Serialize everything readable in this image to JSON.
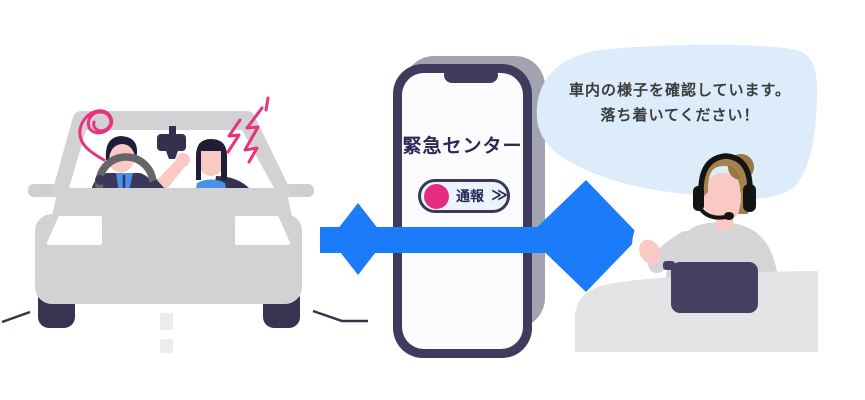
{
  "phone": {
    "title": "緊急センター",
    "report_button": {
      "label": "通報",
      "chevron": "≫",
      "dot_color": "#e62e80"
    }
  },
  "speech_bubble": {
    "line1": "車内の様子を確認しています。",
    "line2": "落ち着いてください！"
  },
  "icons": {
    "car": "car-with-passengers-illustration",
    "dashcam": "dashcam-icon",
    "stress_scribble": "stress-scribble-icon",
    "alert_zigzag": "alert-zigzag-icon",
    "connector": "two-way-connection-arrow",
    "operator": "call-center-operator-illustration",
    "headset": "headset-icon",
    "laptop": "laptop-icon"
  },
  "colors": {
    "connector_blue": "#1b7bf8",
    "bubble_blue": "#dcecfb",
    "accent_pink": "#e8327e",
    "navy": "#3f3b5c",
    "car_gray": "#d2d2d4",
    "skin": "#fac9c3",
    "shirt_blue": "#4a8fe8",
    "operator_gray": "#d5d5d8",
    "desk_gray": "#e4e4e7",
    "hair_brown": "#a5824f"
  }
}
